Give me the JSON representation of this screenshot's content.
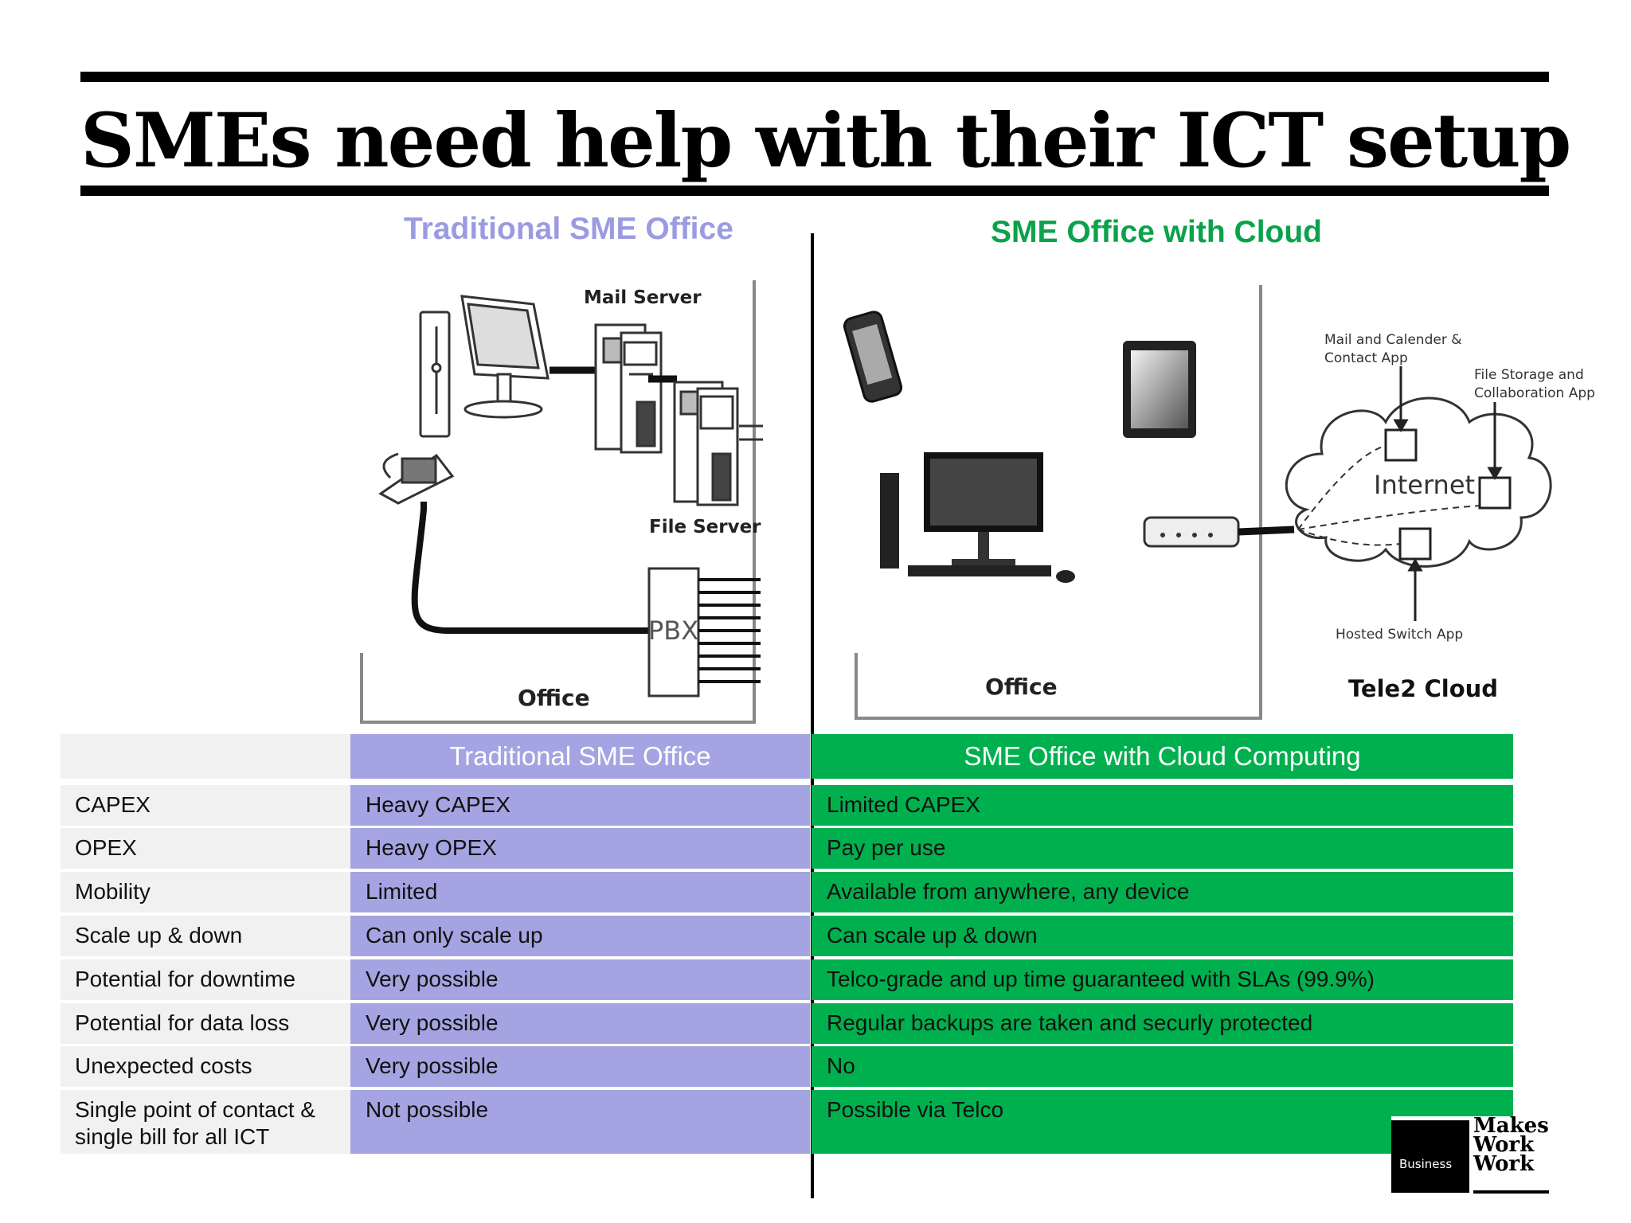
{
  "title": "SMEs need help with their ICT setup",
  "left_heading": "Traditional SME Office",
  "right_heading": "SME Office with Cloud",
  "colors": {
    "purple": "#a4a4e2",
    "green": "#00b04e",
    "heading_purple": "#9b9be0",
    "heading_green": "#0aa24a"
  },
  "left_diagram": {
    "mail_server": "Mail Server",
    "file_server": "File Server",
    "pbx": "PBX",
    "office": "Office",
    "icons": [
      "desktop-computer-icon",
      "desk-phone-icon",
      "server-icon",
      "pbx-icon"
    ]
  },
  "right_diagram": {
    "mail_app_line1": "Mail and Calender &",
    "mail_app_line2": "Contact App",
    "file_app_line1": "File Storage and",
    "file_app_line2": "Collaboration App",
    "internet": "Internet",
    "hosted_switch": "Hosted Switch App",
    "office": "Office",
    "cloud": "Tele2 Cloud",
    "icons": [
      "smartphone-icon",
      "tablet-icon",
      "desktop-computer-icon",
      "router-icon",
      "cloud-icon"
    ]
  },
  "table": {
    "headers": [
      "",
      "Traditional SME Office",
      "SME Office with Cloud Computing"
    ],
    "rows": [
      [
        "CAPEX",
        "Heavy CAPEX",
        "Limited CAPEX"
      ],
      [
        "OPEX",
        "Heavy OPEX",
        "Pay per use"
      ],
      [
        "Mobility",
        "Limited",
        "Available from anywhere, any device"
      ],
      [
        "Scale up & down",
        "Can only scale up",
        "Can scale up & down"
      ],
      [
        "Potential for downtime",
        "Very possible",
        "Telco-grade and up time guaranteed with SLAs (99.9%)"
      ],
      [
        "Potential for data loss",
        "Very possible",
        "Regular backups are taken and securly protected"
      ],
      [
        "Unexpected costs",
        "Very possible",
        "No"
      ],
      [
        "Single point of contact & single bill for all ICT",
        "Not possible",
        "Possible via Telco"
      ]
    ]
  },
  "logo": {
    "small_text": "Business",
    "line1": "Makes",
    "line2": "Work",
    "line3": "Work"
  }
}
